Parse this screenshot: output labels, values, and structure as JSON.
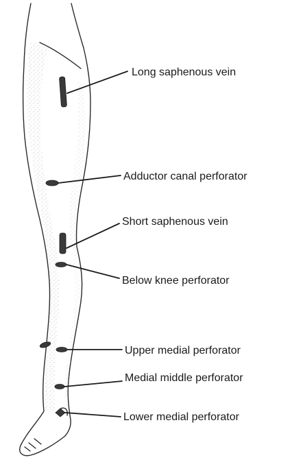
{
  "labels": {
    "long_saphenous_vein": "Long saphenous vein",
    "adductor_canal_perforator": "Adductor canal perforator",
    "short_saphenous_vein": "Short saphenous vein",
    "below_knee_perforator": "Below knee perforator",
    "upper_medial_perforator": "Upper medial perforator",
    "medial_middle_perforator": "Medial middle perforator",
    "lower_medial_perforator": "Lower medial perforator"
  },
  "colors": {
    "ink": "#1a1a1a",
    "marker": "#3a3a3a",
    "stipple": "#9a9a9a"
  }
}
